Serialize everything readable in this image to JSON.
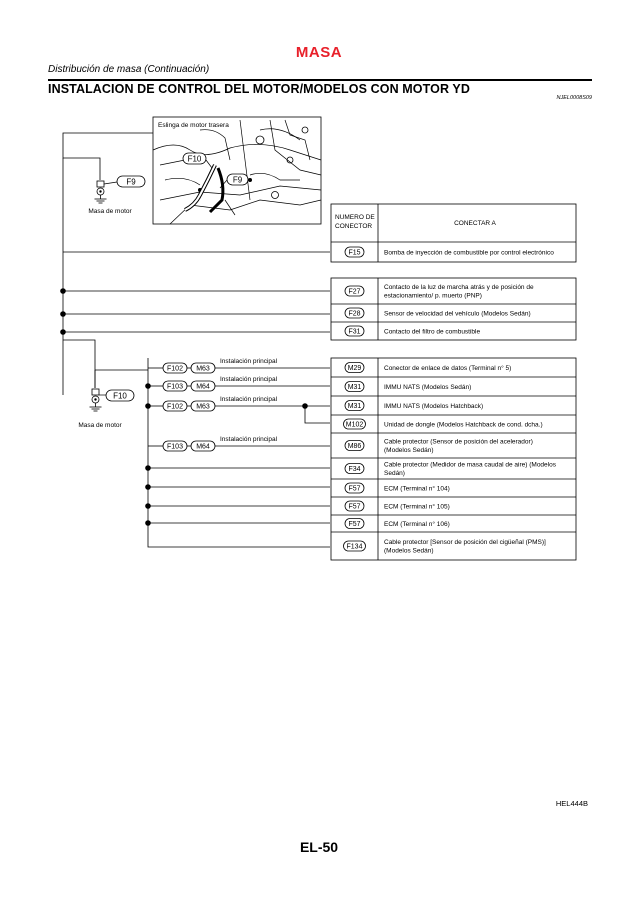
{
  "header": {
    "section": "MASA",
    "subtitle": "Distribución de masa (Continuación)",
    "title": "INSTALACION DE CONTROL DEL MOTOR/MODELOS CON MOTOR YD",
    "doc_code": "NJEL0008S09"
  },
  "photo": {
    "caption": "Eslinga de motor trasera",
    "callout_1": "F10",
    "callout_2": "F9"
  },
  "grounds": [
    {
      "code": "F9",
      "label": "Masa de motor"
    },
    {
      "code": "F10",
      "label": "Masa de motor"
    }
  ],
  "table": {
    "col_connector": [
      "NUMERO DE",
      "CONECTOR"
    ],
    "col_connect_to": "CONECTAR A",
    "group1": [
      {
        "connector": "F15",
        "desc": [
          "Bomba de inyección de combustible por control electrónico"
        ]
      }
    ],
    "group2": [
      {
        "connector": "F27",
        "desc": [
          "Contacto de la luz de marcha atrás y de posición de",
          "estacionamiento/ p. muerto (PNP)"
        ]
      },
      {
        "connector": "F28",
        "desc": [
          "Sensor de velocidad del vehículo (Modelos Sedán)"
        ]
      },
      {
        "connector": "F31",
        "desc": [
          "Contacto del filtro de combustible"
        ]
      }
    ],
    "group3": [
      {
        "connector": "M29",
        "desc": [
          "Conector de enlace de datos (Terminal n° 5)"
        ]
      },
      {
        "connector": "M31",
        "desc": [
          "IMMU NATS (Modelos Sedán)"
        ]
      },
      {
        "connector": "M31",
        "desc": [
          "IMMU NATS (Modelos Hatchback)"
        ]
      },
      {
        "connector": "M102",
        "desc": [
          "Unidad de dongle (Modelos Hatchback de cond. dcha.)"
        ]
      },
      {
        "connector": "M86",
        "desc": [
          "Cable protector (Sensor de posición del acelerador)",
          "(Modelos Sedán)"
        ]
      },
      {
        "connector": "F34",
        "desc": [
          "Cable protector (Medidor de masa caudal de aire) (Modelos",
          "Sedán)"
        ]
      },
      {
        "connector": "F57",
        "desc": [
          "ECM (Terminal n° 104)"
        ]
      },
      {
        "connector": "F57",
        "desc": [
          "ECM (Terminal n° 105)"
        ]
      },
      {
        "connector": "F57",
        "desc": [
          "ECM (Terminal n° 106)"
        ]
      },
      {
        "connector": "F134",
        "desc": [
          "Cable protector [Sensor de posición del cigüeñal (PMS)]",
          "(Modelos Sedán)"
        ]
      }
    ]
  },
  "harness": [
    {
      "label": "Instalación principal",
      "from": "F102",
      "to": "M63"
    },
    {
      "label": "Instalación principal",
      "from": "F103",
      "to": "M64"
    },
    {
      "label": "Instalación principal",
      "from": "F102",
      "to": "M63"
    },
    {
      "label": "Instalación principal",
      "from": "F103",
      "to": "M64"
    }
  ],
  "footer": {
    "figure_code": "HEL444B",
    "page": "EL-50"
  }
}
